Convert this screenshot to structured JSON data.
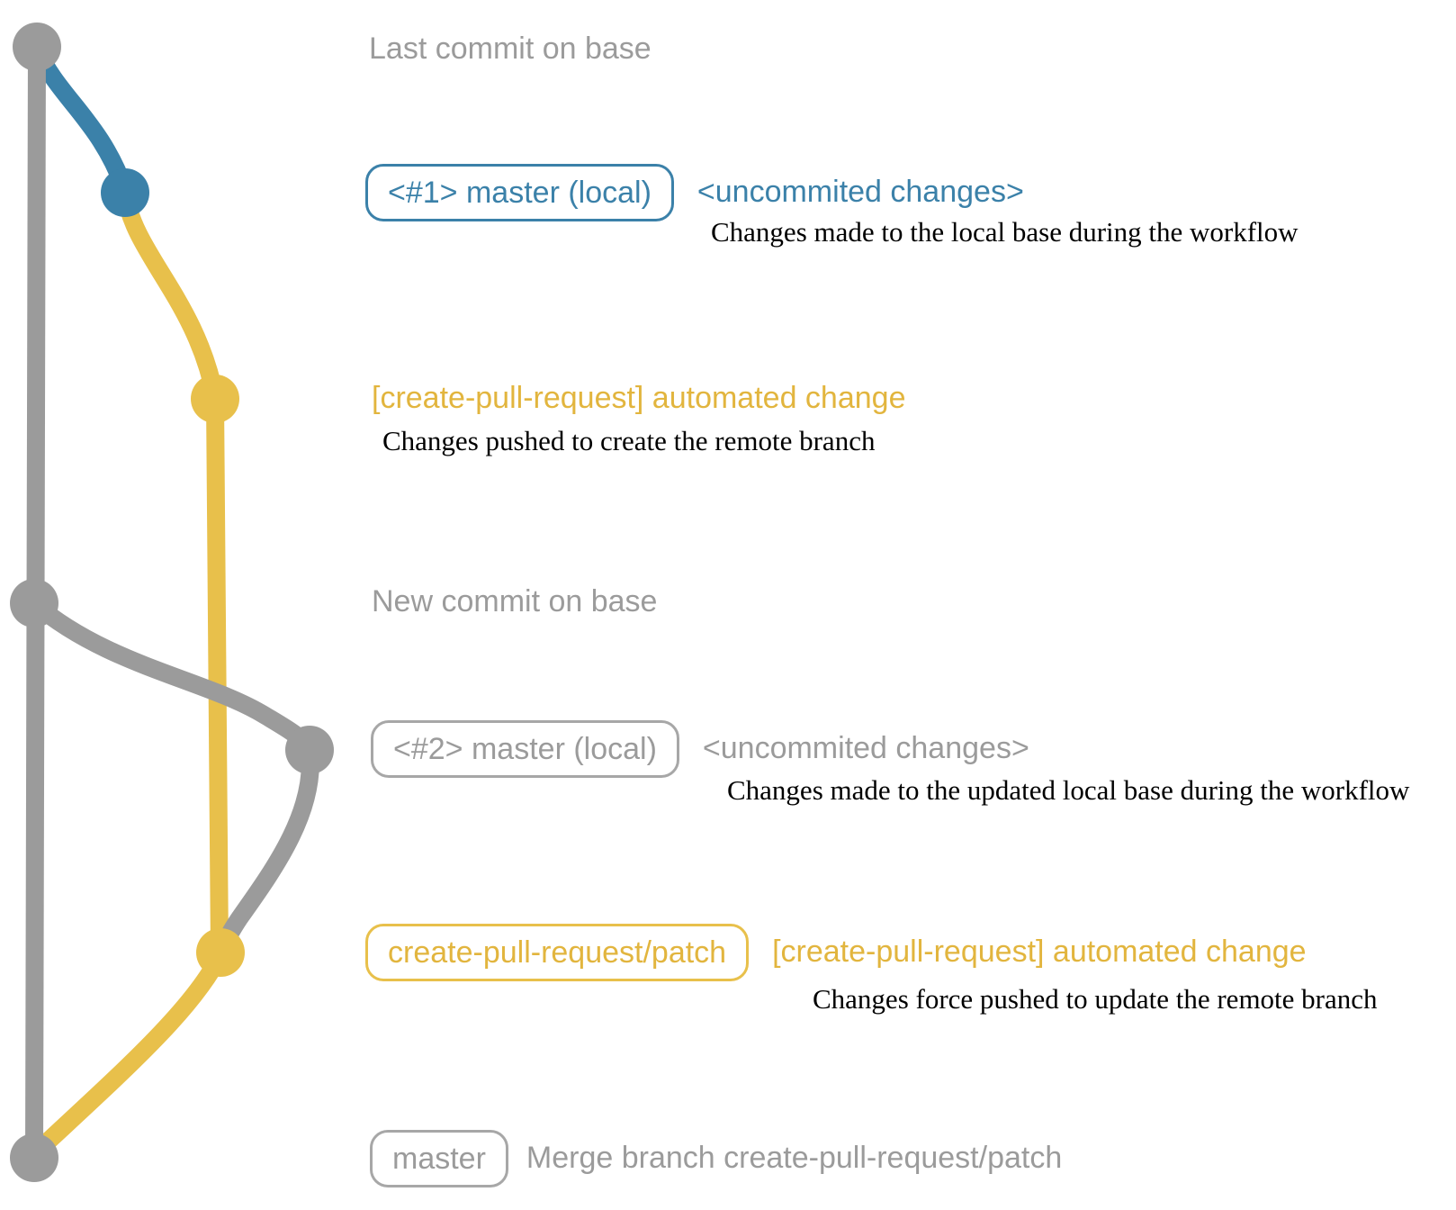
{
  "diagram_title": "create-pull-request workflow git graph",
  "colors": {
    "gray": "#9b9b9b",
    "blue": "#3b81a9",
    "yellow": "#e8c04b",
    "yellow_text": "#e2b53e",
    "note_black": "#000000"
  },
  "nodes": [
    {
      "id": "last-commit-on-base",
      "color_key": "gray"
    },
    {
      "id": "local-commit-1",
      "color_key": "blue"
    },
    {
      "id": "remote-branch-commit-1",
      "color_key": "yellow"
    },
    {
      "id": "new-commit-on-base",
      "color_key": "gray"
    },
    {
      "id": "local-commit-2",
      "color_key": "gray"
    },
    {
      "id": "remote-branch-commit-2",
      "color_key": "yellow"
    },
    {
      "id": "merge-commit",
      "color_key": "gray"
    }
  ],
  "rows": [
    {
      "label": "Last commit on base"
    },
    {
      "box": "<#1> master (local)",
      "caption": "<uncommited changes>",
      "desc": "Changes made to the local base during the workflow"
    },
    {
      "label": "[create-pull-request] automated change",
      "desc": "Changes pushed to create the remote branch"
    },
    {
      "label": "New commit on base"
    },
    {
      "box": "<#2> master (local)",
      "caption": "<uncommited changes>",
      "desc": "Changes made to the updated local base during the workflow"
    },
    {
      "box": "create-pull-request/patch",
      "caption": "[create-pull-request] automated change",
      "desc": "Changes force pushed to update the remote branch"
    },
    {
      "box": "master",
      "caption": "Merge branch create-pull-request/patch"
    }
  ]
}
